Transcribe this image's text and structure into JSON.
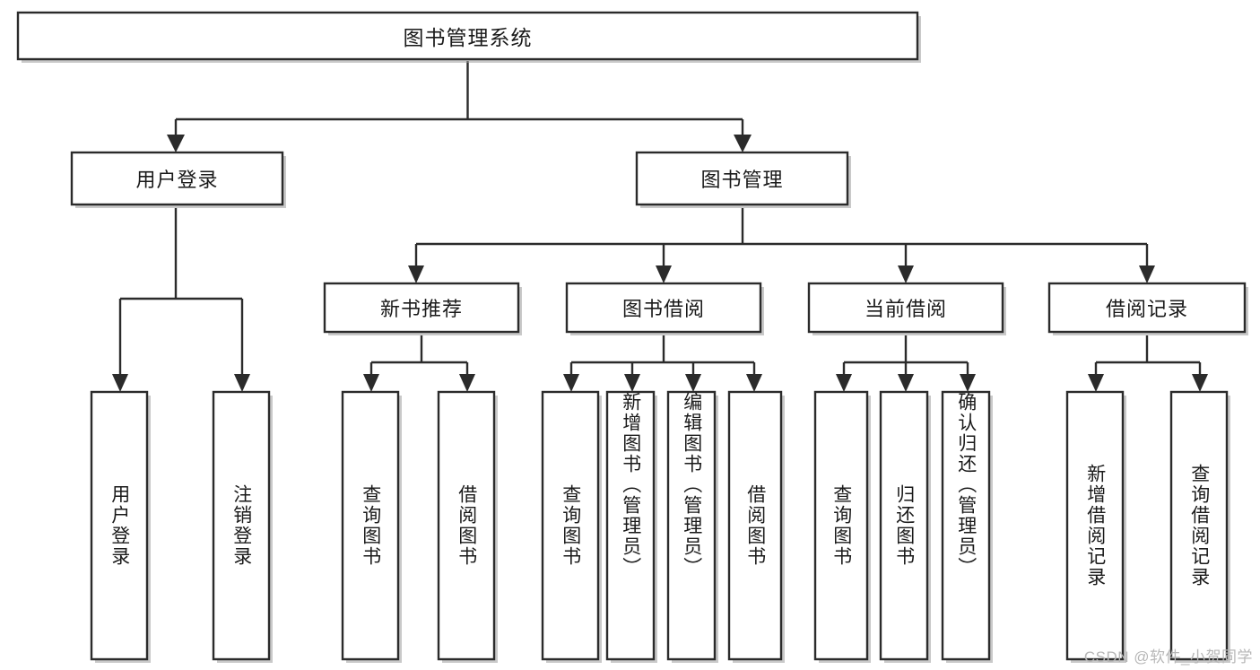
{
  "diagram": {
    "type": "tree-hierarchy",
    "title": "图书管理系统",
    "watermark": "CSDN @软件_小贺同学",
    "colors": {
      "stroke": "#2b2b2b",
      "fill": "#ffffff",
      "text": "#1a1a1a",
      "watermark": "#b7b7b7",
      "shadow": "#9c9c9c"
    },
    "root": {
      "label": "图书管理系统",
      "orientation": "horizontal"
    },
    "level1": [
      {
        "label": "用户登录",
        "orientation": "horizontal"
      },
      {
        "label": "图书管理",
        "orientation": "horizontal"
      }
    ],
    "level2": [
      {
        "label": "新书推荐",
        "orientation": "horizontal",
        "parent": "图书管理"
      },
      {
        "label": "图书借阅",
        "orientation": "horizontal",
        "parent": "图书管理"
      },
      {
        "label": "当前借阅",
        "orientation": "horizontal",
        "parent": "图书管理"
      },
      {
        "label": "借阅记录",
        "orientation": "horizontal",
        "parent": "图书管理"
      }
    ],
    "leaves": [
      {
        "label": "用户登录",
        "orientation": "vertical",
        "parent": "用户登录"
      },
      {
        "label": "注销登录",
        "orientation": "vertical",
        "parent": "用户登录"
      },
      {
        "label": "查询图书",
        "orientation": "vertical",
        "parent": "新书推荐"
      },
      {
        "label": "借阅图书",
        "orientation": "vertical",
        "parent": "新书推荐"
      },
      {
        "label": "查询图书",
        "orientation": "vertical",
        "parent": "图书借阅"
      },
      {
        "label": "新增图书（管理员）",
        "orientation": "vertical",
        "parent": "图书借阅"
      },
      {
        "label": "编辑图书（管理员）",
        "orientation": "vertical",
        "parent": "图书借阅"
      },
      {
        "label": "借阅图书",
        "orientation": "vertical",
        "parent": "图书借阅"
      },
      {
        "label": "查询图书",
        "orientation": "vertical",
        "parent": "当前借阅"
      },
      {
        "label": "归还图书",
        "orientation": "vertical",
        "parent": "当前借阅"
      },
      {
        "label": "确认归还（管理员）",
        "orientation": "vertical",
        "parent": "当前借阅"
      },
      {
        "label": "新增借阅记录",
        "orientation": "vertical",
        "parent": "借阅记录"
      },
      {
        "label": "查询借阅记录",
        "orientation": "vertical",
        "parent": "借阅记录"
      }
    ]
  }
}
